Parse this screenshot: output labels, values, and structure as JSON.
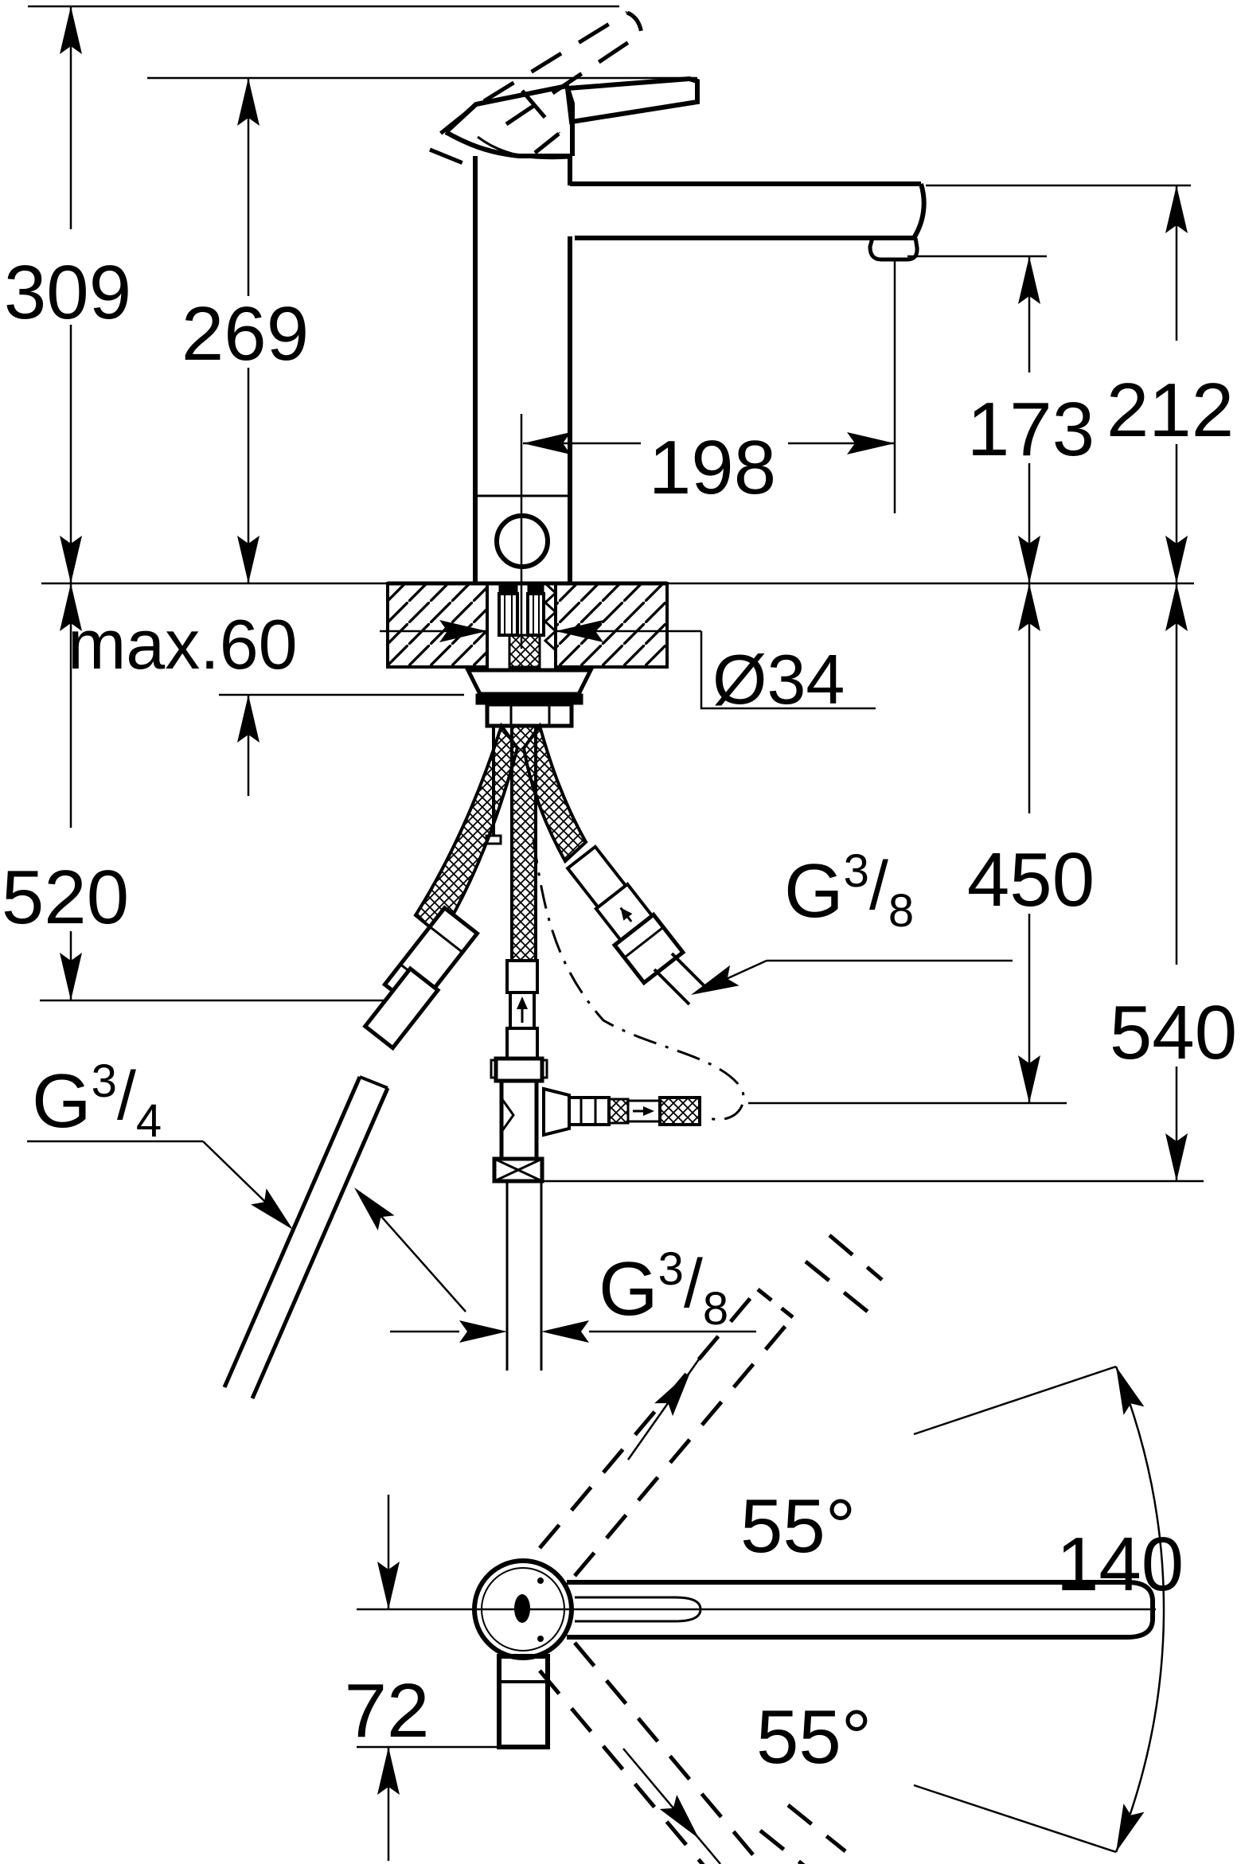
{
  "drawing": {
    "side_view": {
      "dim_total_height": "309",
      "dim_body_height": "269",
      "dim_spout_reach": "198",
      "dim_aerator_height": "173",
      "dim_spout_height": "212",
      "dim_counter_thickness": "max.60",
      "dim_hole_diameter": "Ø34",
      "dim_left_hose_length": "520",
      "dim_right_hose_length": "450",
      "dim_total_below_counter": "540",
      "thread_left": {
        "base": "G",
        "num": "3",
        "slash": "/",
        "den": "4"
      },
      "thread_right": {
        "base": "G",
        "num": "3",
        "slash": "/",
        "den": "8"
      },
      "thread_bottom": {
        "base": "G",
        "num": "3",
        "slash": "/",
        "den": "8"
      }
    },
    "plan_view": {
      "dim_swivel_upper": "55°",
      "dim_swivel_lower": "55°",
      "dim_swivel_range": "140",
      "dim_handle_offset": "72"
    },
    "colors": {
      "line": "#000000",
      "background": "#ffffff"
    }
  }
}
